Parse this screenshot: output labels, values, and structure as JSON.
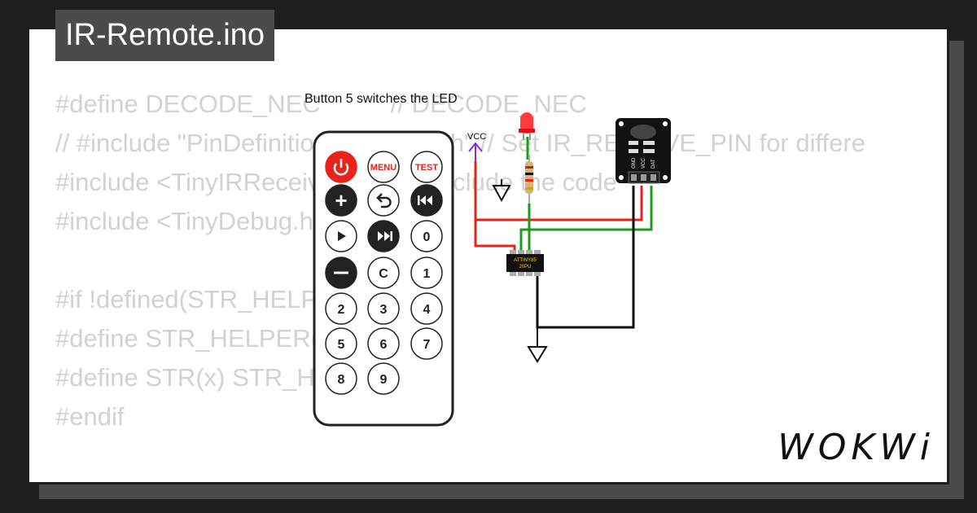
{
  "project": {
    "title": "IR-Remote.ino"
  },
  "code_lines": [
    "#define DECODE_NEC          // DECODE_NEC",
    "// #include \"PinDefinitionsAndMore.h\" // Set IR_RECEIVE_PIN for differe",
    "#include <TinyIRReceiver.hpp> // include the code",
    "#include <TinyDebug.h>",
    "",
    "#if !defined(STR_HELPER)",
    "#define STR_HELPER(x) #x",
    "#define STR(x) STR_HELPER(x)",
    "#endif"
  ],
  "circuit": {
    "caption": "Button 5 switches the LED",
    "vcc_label": "VCC",
    "chip_label_line1": "ATTINY85",
    "chip_label_line2": "20PU",
    "receiver_pins": [
      "GND",
      "VCC",
      "DAT"
    ]
  },
  "remote": {
    "buttons": [
      {
        "id": "power",
        "label": ""
      },
      {
        "id": "menu",
        "label": "MENU"
      },
      {
        "id": "test",
        "label": "TEST"
      },
      {
        "id": "plus",
        "label": "+"
      },
      {
        "id": "back",
        "label": ""
      },
      {
        "id": "prev",
        "label": ""
      },
      {
        "id": "play",
        "label": ""
      },
      {
        "id": "next",
        "label": ""
      },
      {
        "id": "0",
        "label": "0"
      },
      {
        "id": "minus",
        "label": ""
      },
      {
        "id": "c",
        "label": "C"
      },
      {
        "id": "1",
        "label": "1"
      },
      {
        "id": "2",
        "label": "2"
      },
      {
        "id": "3",
        "label": "3"
      },
      {
        "id": "4",
        "label": "4"
      },
      {
        "id": "5",
        "label": "5"
      },
      {
        "id": "6",
        "label": "6"
      },
      {
        "id": "7",
        "label": "7"
      },
      {
        "id": "8",
        "label": "8"
      },
      {
        "id": "9",
        "label": "9"
      }
    ]
  },
  "brand": {
    "name": "WOKWi"
  },
  "colors": {
    "wire_red": "#e8231b",
    "wire_green": "#1a9e1a",
    "wire_black": "#111111",
    "vcc": "#8a2be2",
    "led": "#ff3b3b"
  }
}
